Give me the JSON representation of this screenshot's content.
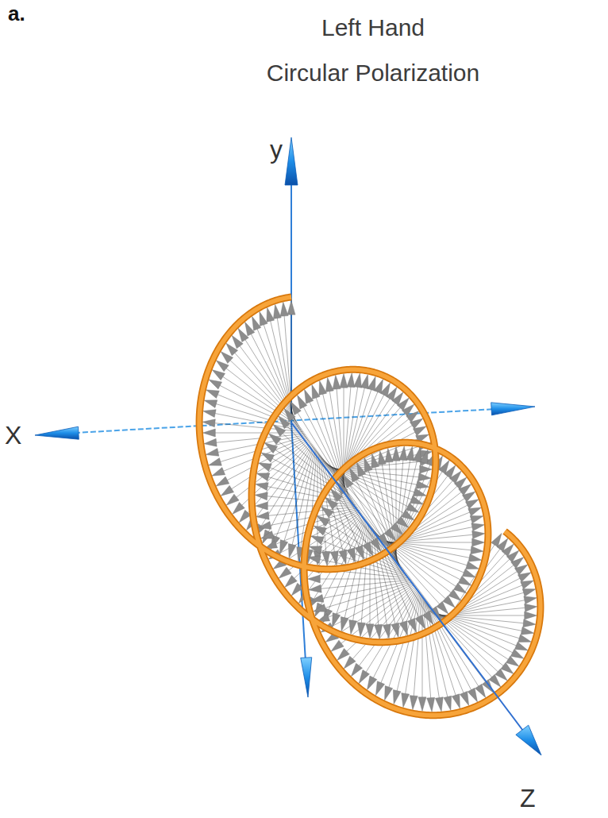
{
  "diagram": {
    "title": "Left Hand Circular Polarization",
    "labels": [
      "a.",
      "y",
      "X",
      "Z"
    ]
  }
}
